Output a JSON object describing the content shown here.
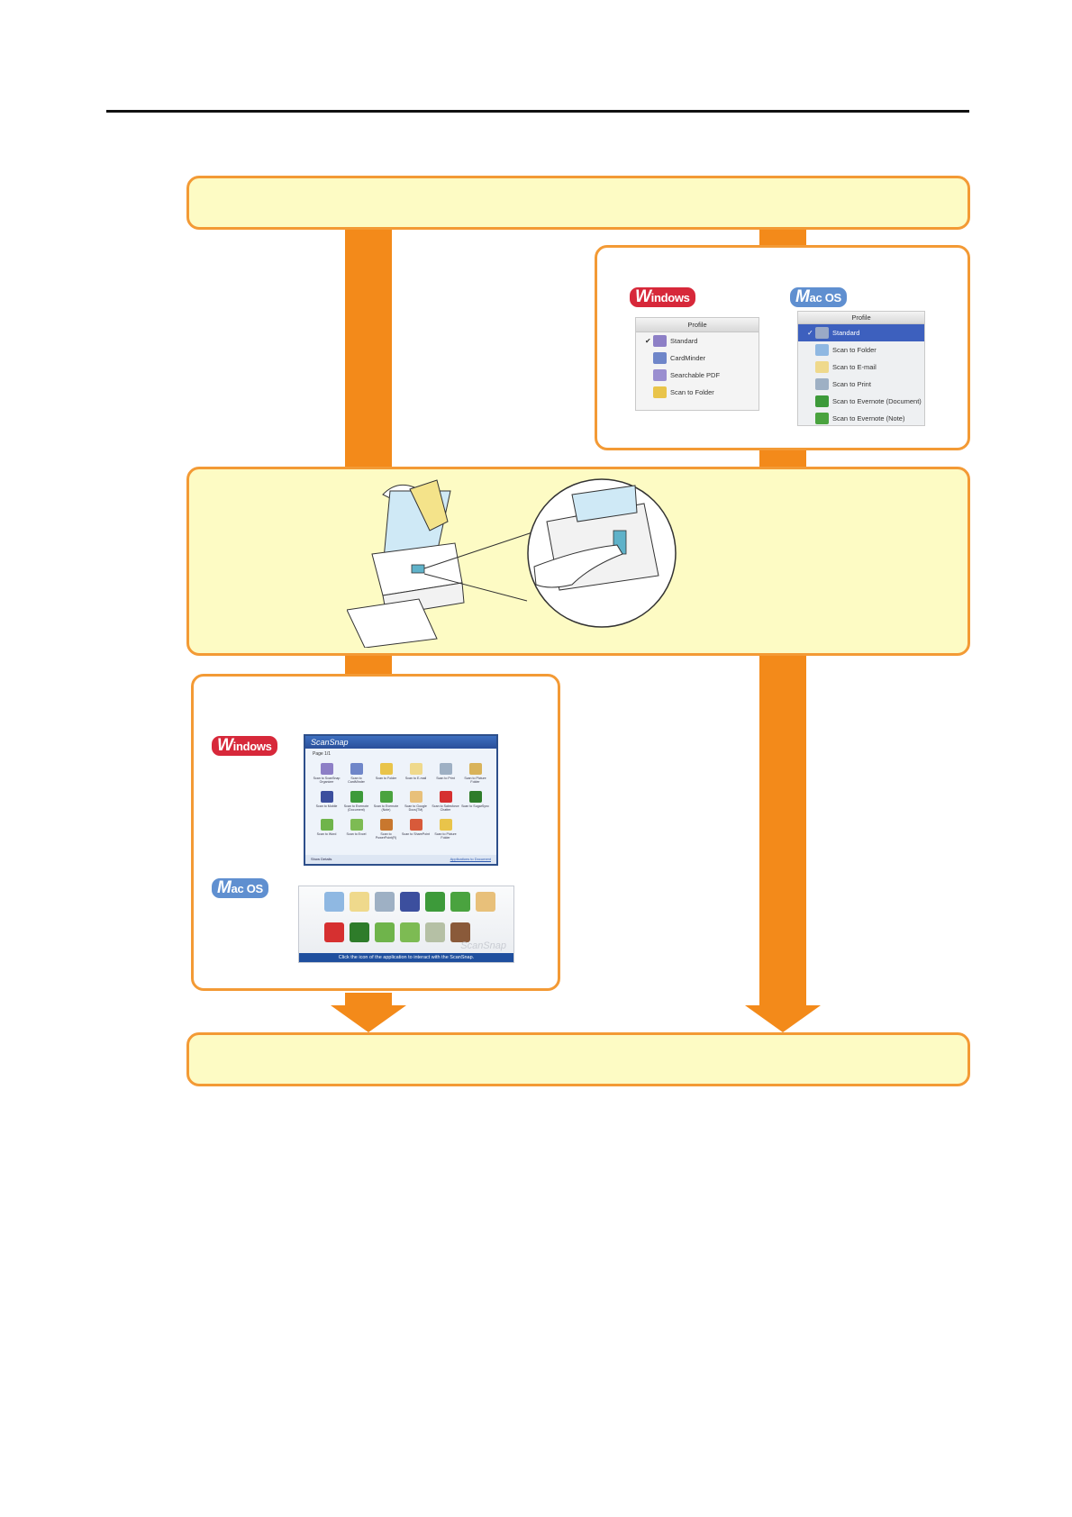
{
  "colors": {
    "flow_orange": "#f38a1a",
    "box_border": "#f39a35",
    "box_fill": "#fdfbc4",
    "windows_badge": "#d7283a",
    "mac_badge": "#5f8fd0"
  },
  "badges": {
    "windows_first": "W",
    "windows_rest": "indows",
    "mac_first": "M",
    "mac_rest": "ac OS"
  },
  "windows_profile_menu": {
    "header": "Profile",
    "items": [
      {
        "label": "Standard",
        "checked": true,
        "icon": "document-stack-icon"
      },
      {
        "label": "CardMinder",
        "checked": false,
        "icon": "card-icon"
      },
      {
        "label": "Searchable PDF",
        "checked": false,
        "icon": "document-stack-icon"
      },
      {
        "label": "Scan to Folder",
        "checked": false,
        "icon": "folder-icon"
      }
    ]
  },
  "mac_profile_menu": {
    "header": "Profile",
    "items": [
      {
        "label": "Standard",
        "selected": true,
        "icon": "scanner-icon"
      },
      {
        "label": "Scan to Folder",
        "selected": false,
        "icon": "folder-icon"
      },
      {
        "label": "Scan to E-mail",
        "selected": false,
        "icon": "mail-icon"
      },
      {
        "label": "Scan to Print",
        "selected": false,
        "icon": "printer-icon"
      },
      {
        "label": "Scan to Evernote (Document)",
        "selected": false,
        "icon": "evernote-pdf-icon"
      },
      {
        "label": "Scan to Evernote (Note)",
        "selected": false,
        "icon": "evernote-icon"
      }
    ]
  },
  "windows_quick_menu": {
    "title": "ScanSnap",
    "page": "Page 1/1",
    "items": [
      "Scan to ScanSnap Organizer",
      "Scan to CardMinder",
      "Scan to Folder",
      "Scan to E-mail",
      "Scan to Print",
      "Scan to Picture Folder",
      "Scan to Mobile",
      "Scan to Evernote (Document)",
      "Scan to Evernote (Note)",
      "Scan to Google Docs(TM)",
      "Scan to Salesforce Chatter",
      "Scan to SugarSync",
      "Scan to Word",
      "Scan to Excel",
      "Scan to PowerPoint(R)",
      "Scan to SharePoint",
      "Scan to Picture Folder"
    ],
    "footer_left": "Show Details",
    "footer_right": "Applications to Document"
  },
  "mac_quick_menu": {
    "brand": "ScanSnap",
    "bar_text": "Click the icon of the application to interact with the ScanSnap."
  }
}
